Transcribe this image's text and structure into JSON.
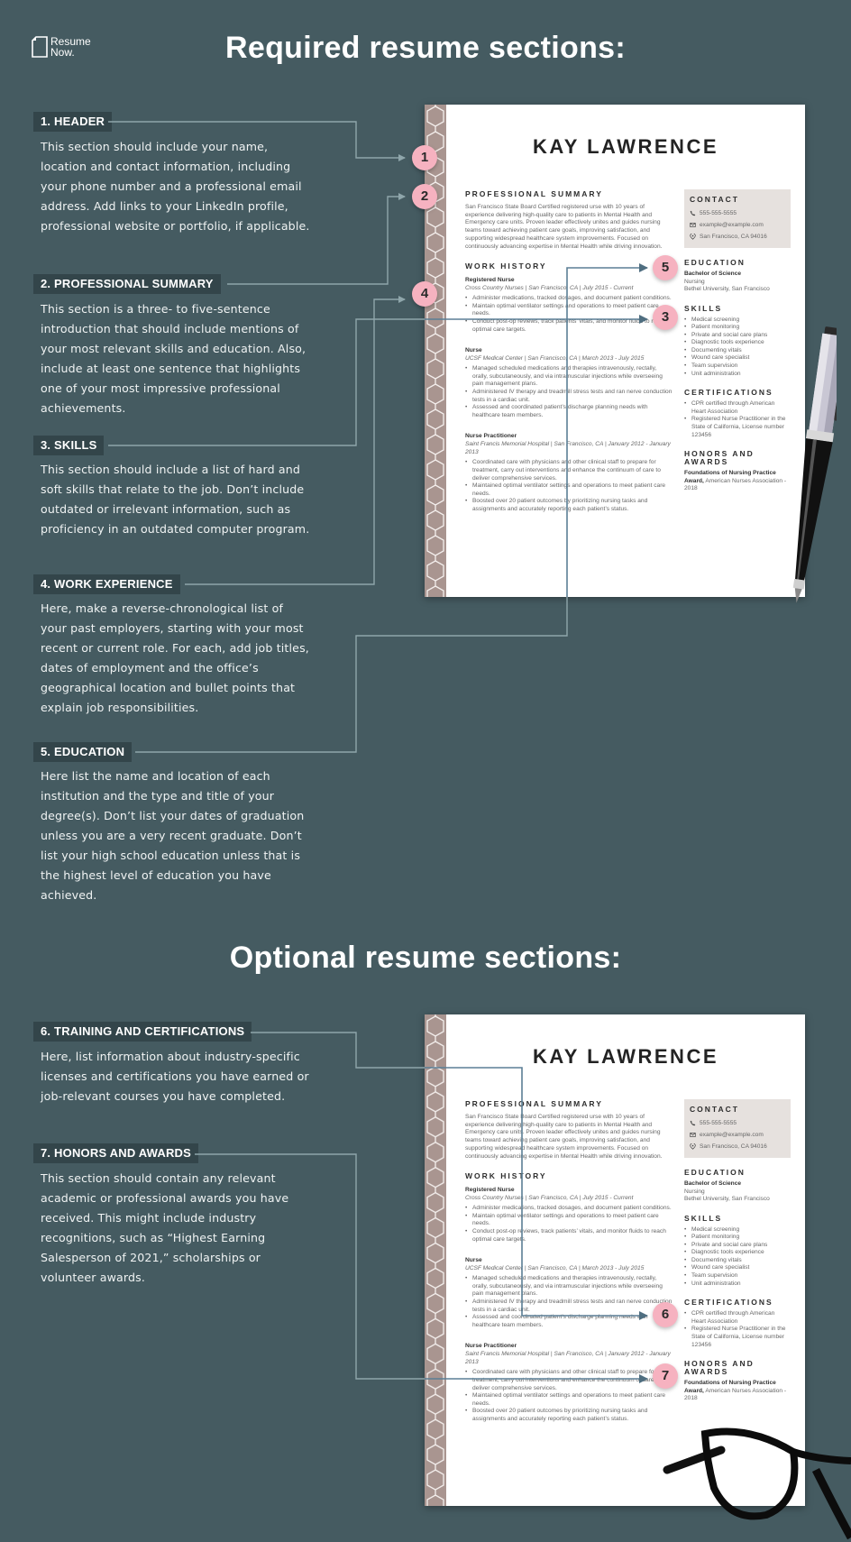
{
  "logo": {
    "line1": "Resume",
    "line2": "Now."
  },
  "required": {
    "title": "Required resume sections:",
    "sections": [
      {
        "num": "1",
        "label": "1. HEADER",
        "body": "This section should include your name, location and contact information, including your phone number and a professional email address. Add links to your LinkedIn profile, professional website or portfolio, if applicable."
      },
      {
        "num": "2",
        "label": "2. PROFESSIONAL SUMMARY",
        "body": "This section is a three- to five-sentence introduction that should include mentions of your most relevant skills and education. Also, include at least one sentence that highlights one of your most impressive professional achievements."
      },
      {
        "num": "3",
        "label": "3. SKILLS",
        "body": "This section should include a list of hard and soft skills that relate to the job. Don’t include outdated or irrelevant information, such as proficiency in an outdated computer program."
      },
      {
        "num": "4",
        "label": "4. WORK EXPERIENCE",
        "body": "Here, make a reverse-chronological list of your past employers, starting with your most recent or current role. For each, add job titles, dates of employment and the office’s geographical location and bullet points that explain job responsibilities."
      },
      {
        "num": "5",
        "label": "5. EDUCATION",
        "body": "Here list the name and location of each institution and the type and title of your degree(s). Don’t list your dates of graduation unless you are a very recent graduate. Don’t list your high school education unless that is the highest level of education you have achieved."
      }
    ]
  },
  "optional": {
    "title": "Optional resume sections:",
    "sections": [
      {
        "num": "6",
        "label": "6. TRAINING AND CERTIFICATIONS",
        "body": "Here, list information about industry-specific licenses and certifications you have earned or job-relevant courses you have completed."
      },
      {
        "num": "7",
        "label": "7. HONORS AND AWARDS",
        "body": "This section should contain any relevant academic or professional awards you have received. This might include industry recognitions, such as “Highest Earning Salesperson of 2021,” scholarships or volunteer awards."
      }
    ]
  },
  "resume": {
    "name": "KAY LAWRENCE",
    "summary_heading": "PROFESSIONAL SUMMARY",
    "summary": "San Francisco State Board Certified registered urse with 10 years of experience delivering high-quality care to patients in Mental Health and Emergency care units. Proven leader effectively unites and guides nursing teams toward achieving patient care goals, improving satisfaction, and supporting widespread healthcare system improvements. Focused on continuously advancing expertise in Mental Health while driving innovation.",
    "work_heading": "WORK HISTORY",
    "jobs": [
      {
        "title": "Registered Nurse",
        "meta": "Cross Country Nurses | San Francisco, CA | July 2015 - Current",
        "bullets": [
          "Administer medications, tracked dosages, and document patient conditions.",
          "Maintain optimal ventilator settings and operations to meet patient care needs.",
          "Conduct post-op reviews, track patients’ vitals, and monitor fluids to reach optimal care targets."
        ]
      },
      {
        "title": "Nurse",
        "meta": "UCSF Medical Center | San Francisco, CA | March 2013 - July 2015",
        "bullets": [
          "Managed scheduled medications and therapies intravenously, rectally, orally, subcutaneously, and via intramuscular injections while overseeing pain management plans.",
          "Administered IV therapy and treadmill stress tests and ran nerve conduction tests in a cardiac unit.",
          "Assessed and coordinated patient’s discharge planning needs with healthcare team members."
        ]
      },
      {
        "title": "Nurse Practitioner",
        "meta": "Saint Francis Memorial Hospital | San Francisco, CA | January 2012 - January 2013",
        "bullets": [
          "Coordinated care with physicians and other clinical staff to prepare for treatment, carry out interventions and enhance the continuum of care to deliver comprehensive services.",
          "Maintained optimal ventilator settings and operations to meet patient care needs.",
          "Boosted over 20 patient outcomes by prioritizing nursing tasks and assignments and accurately reporting each patient’s status."
        ]
      }
    ],
    "contact_heading": "CONTACT",
    "phone": "555-555-5555",
    "email": "example@example.com",
    "location": "San Francisco, CA 94016",
    "education_heading": "EDUCATION",
    "degree": "Bachelor of Science",
    "field": "Nursing",
    "school": "Bethel University, San Francisco",
    "skills_heading": "SKILLS",
    "skills": [
      "Medical screening",
      "Patient monitoring",
      "Private and social care plans",
      "Diagnostic tools experience",
      "Documenting vitals",
      "Wound care specialist",
      "Team supervision",
      "Unit administration"
    ],
    "cert_heading": "CERTIFICATIONS",
    "certs": [
      "CPR certified through American Heart Association",
      "Registered Nurse Practitioner in the State of California, License number 123456"
    ],
    "honors_heading": "HONORS AND AWARDS",
    "award_bold": "Foundations of Nursing Practice Award,",
    "award_rest": " American Nurses Association - 2018"
  },
  "colors": {
    "background": "#455b61",
    "label_bg": "#33454a",
    "badge": "#f6b2c0",
    "connector_light": "#8fa6ab",
    "connector_dark": "#5b7f95",
    "hex_strip": "#a99590"
  }
}
